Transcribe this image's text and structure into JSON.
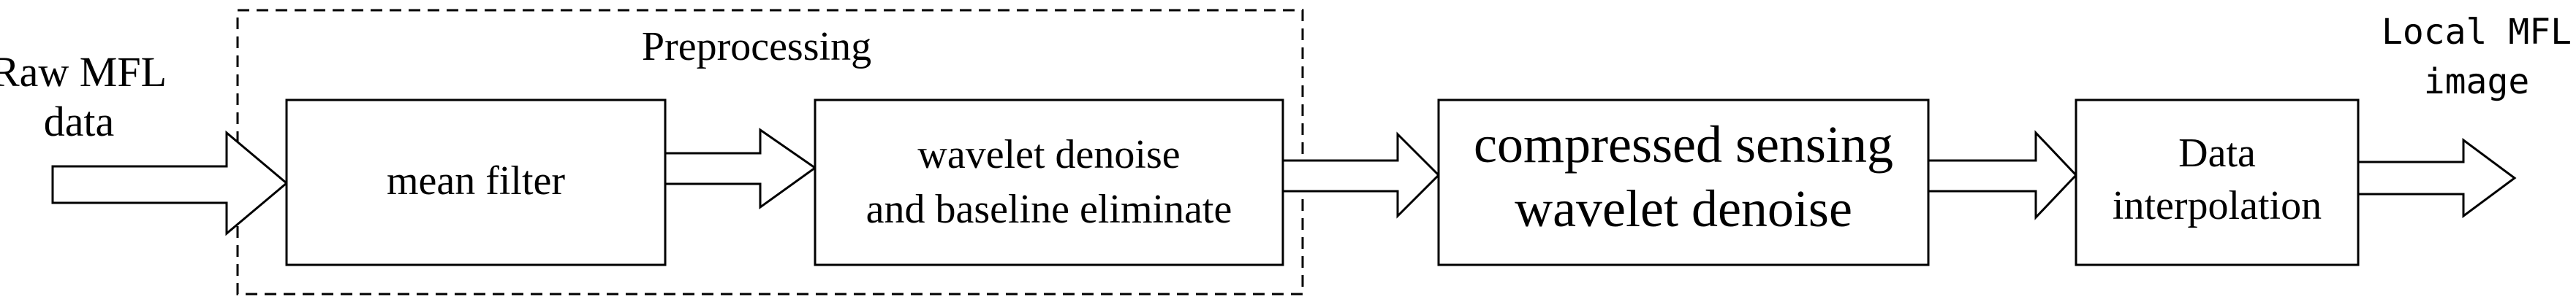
{
  "diagram": {
    "input_label": {
      "line1": "Raw MFL",
      "line2": "data"
    },
    "preprocessing_label": "Preprocessing",
    "blocks": {
      "mean_filter": "mean filter",
      "wavelet": {
        "line1": "wavelet denoise",
        "line2": "and baseline eliminate"
      },
      "compressed": {
        "line1": "compressed sensing",
        "line2": "wavelet denoise"
      },
      "interpolation": {
        "line1": "Data",
        "line2": "interpolation"
      }
    },
    "output_label": {
      "line1": "Local MFL",
      "line2": "image"
    }
  }
}
